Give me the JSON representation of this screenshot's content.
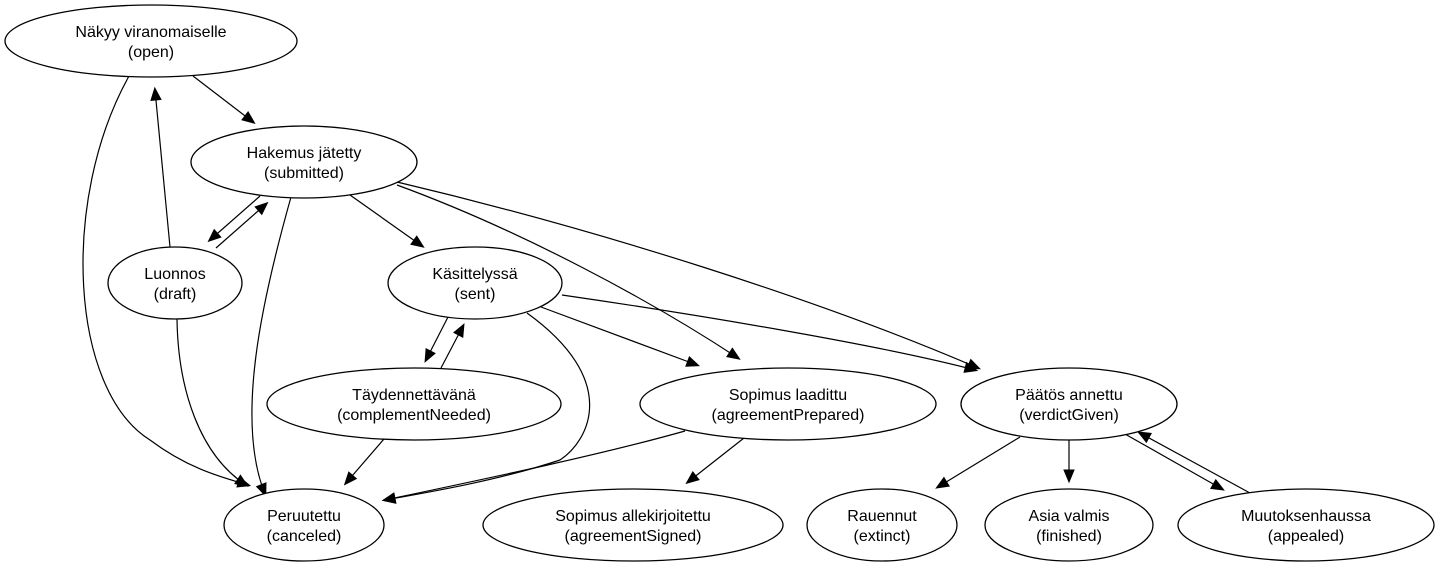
{
  "diagram": {
    "nodes": [
      {
        "id": "open",
        "line1": "Näkyy viranomaiselle",
        "line2": "(open)"
      },
      {
        "id": "submitted",
        "line1": "Hakemus jätetty",
        "line2": "(submitted)"
      },
      {
        "id": "draft",
        "line1": "Luonnos",
        "line2": "(draft)"
      },
      {
        "id": "sent",
        "line1": "Käsittelyssä",
        "line2": "(sent)"
      },
      {
        "id": "complementNeeded",
        "line1": "Täydennettävänä",
        "line2": "(complementNeeded)"
      },
      {
        "id": "agreementPrepared",
        "line1": "Sopimus laadittu",
        "line2": "(agreementPrepared)"
      },
      {
        "id": "verdictGiven",
        "line1": "Päätös annettu",
        "line2": "(verdictGiven)"
      },
      {
        "id": "canceled",
        "line1": "Peruutettu",
        "line2": "(canceled)"
      },
      {
        "id": "agreementSigned",
        "line1": "Sopimus allekirjoitettu",
        "line2": "(agreementSigned)"
      },
      {
        "id": "extinct",
        "line1": "Rauennut",
        "line2": "(extinct)"
      },
      {
        "id": "finished",
        "line1": "Asia valmis",
        "line2": "(finished)"
      },
      {
        "id": "appealed",
        "line1": "Muutoksenhaussa",
        "line2": "(appealed)"
      }
    ],
    "edges": [
      {
        "from": "open",
        "to": "submitted"
      },
      {
        "from": "open",
        "to": "canceled"
      },
      {
        "from": "draft",
        "to": "open"
      },
      {
        "from": "submitted",
        "to": "draft"
      },
      {
        "from": "draft",
        "to": "submitted"
      },
      {
        "from": "submitted",
        "to": "sent"
      },
      {
        "from": "submitted",
        "to": "agreementPrepared"
      },
      {
        "from": "submitted",
        "to": "verdictGiven"
      },
      {
        "from": "submitted",
        "to": "canceled"
      },
      {
        "from": "draft",
        "to": "canceled"
      },
      {
        "from": "sent",
        "to": "complementNeeded"
      },
      {
        "from": "complementNeeded",
        "to": "sent"
      },
      {
        "from": "sent",
        "to": "agreementPrepared"
      },
      {
        "from": "sent",
        "to": "verdictGiven"
      },
      {
        "from": "sent",
        "to": "canceled"
      },
      {
        "from": "complementNeeded",
        "to": "canceled"
      },
      {
        "from": "agreementPrepared",
        "to": "canceled"
      },
      {
        "from": "agreementPrepared",
        "to": "agreementSigned"
      },
      {
        "from": "verdictGiven",
        "to": "extinct"
      },
      {
        "from": "verdictGiven",
        "to": "finished"
      },
      {
        "from": "verdictGiven",
        "to": "appealed"
      },
      {
        "from": "appealed",
        "to": "verdictGiven"
      }
    ]
  }
}
